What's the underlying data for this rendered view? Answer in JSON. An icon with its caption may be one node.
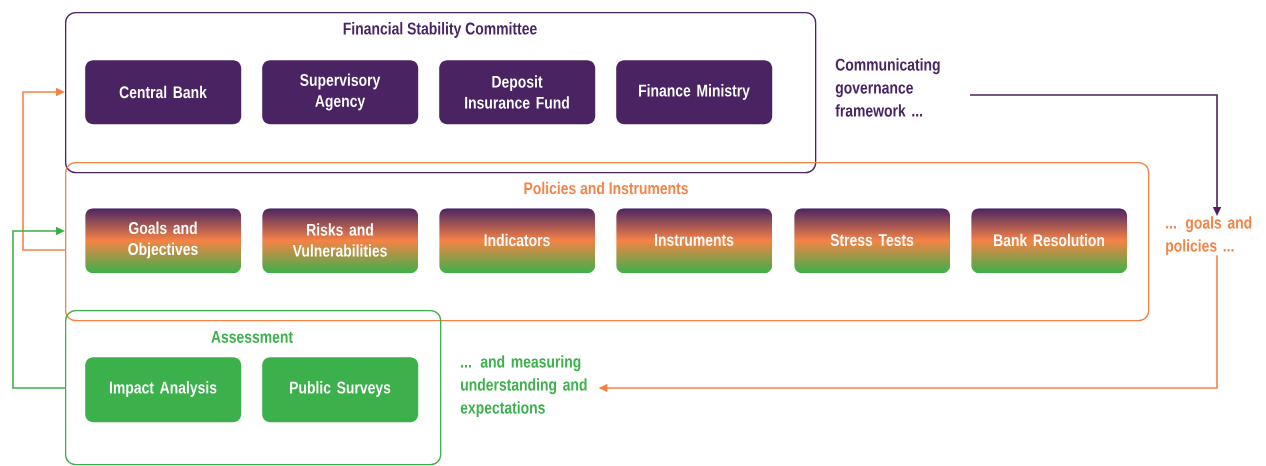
{
  "diagram": {
    "nodes": [
      {
        "text": [
          "Financial Stability Committee"
        ]
      },
      {
        "text": [
          "Central Bank"
        ],
        "in": 0
      },
      {
        "text": [
          "Supervisory Agency"
        ],
        "in": 0
      },
      {
        "text": [
          "Deposit Insurance Fund"
        ],
        "in": 0
      },
      {
        "text": [
          "Finance Ministry"
        ],
        "in": 0
      },
      {
        "text": [
          "Policies and Instruments"
        ]
      },
      {
        "text": [
          "Goals and Objectives"
        ],
        "in": 5
      },
      {
        "text": [
          "Risks and Vulnerabilities"
        ],
        "in": 5
      },
      {
        "text": [
          "Indicators"
        ],
        "in": 5
      },
      {
        "text": [
          "Instruments"
        ],
        "in": 5
      },
      {
        "text": [
          "Stress Tests"
        ],
        "in": 5
      },
      {
        "text": [
          "Bank Resolution"
        ],
        "in": 5
      },
      {
        "text": [
          "Assessment"
        ]
      },
      {
        "text": [
          "Impact Analysis"
        ],
        "in": 12
      },
      {
        "text": [
          "Public Surveys"
        ],
        "in": 12
      },
      {
        "text": [
          "Communicating governance framework ..."
        ]
      },
      {
        "text": [
          "... goals and policies ..."
        ]
      },
      {
        "text": [
          "... and measuring understanding and expectations"
        ]
      }
    ],
    "edges": [
      {
        "from": 5,
        "to": 0,
        "arrow": "to"
      },
      {
        "from": 12,
        "to": 5,
        "arrow": "to",
        "color": "#3cb04b"
      },
      {
        "from": 15,
        "to": 16,
        "arrow": "to",
        "color": "#4a2363"
      },
      {
        "from": 16,
        "to": 17,
        "arrow": "to"
      }
    ]
  }
}
